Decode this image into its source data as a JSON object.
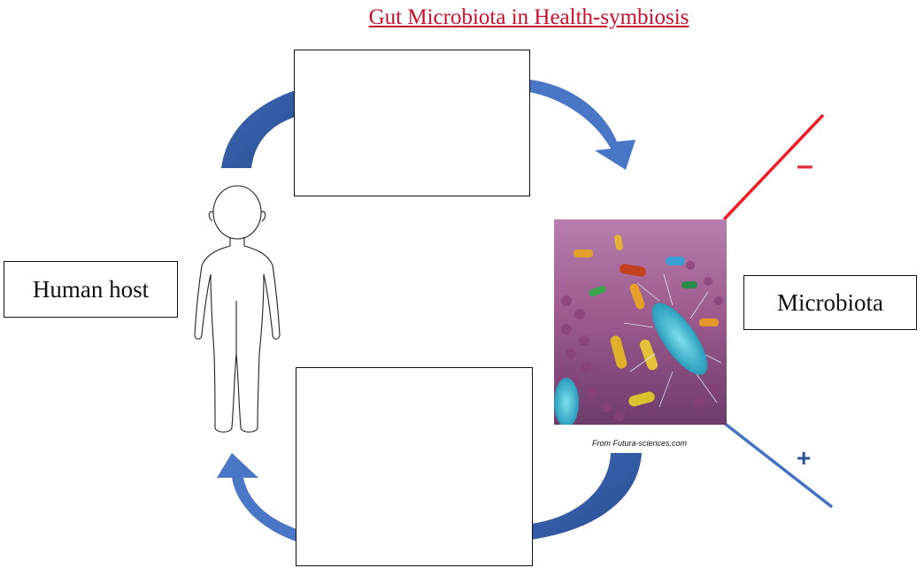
{
  "title": "Gut Microbiota in Health-symbiosis",
  "host_label": "Human host",
  "microbiota_label": "Microbiota",
  "image_credit": "From Futura-sciences.com",
  "negative_sign": "–",
  "positive_sign": "+",
  "top_box_text": "",
  "bottom_box_text": "",
  "colors": {
    "title": "#c8102e",
    "arrow_dark": "#2f5597",
    "arrow_light": "#4472c4",
    "negative_line": "#ee1c24",
    "positive_line": "#4472c4",
    "negative_sign": "#e0323f",
    "positive_sign": "#2f5597"
  },
  "icons": {
    "human": "human-silhouette-icon",
    "microbiota_image": "bacteria-illustration"
  }
}
